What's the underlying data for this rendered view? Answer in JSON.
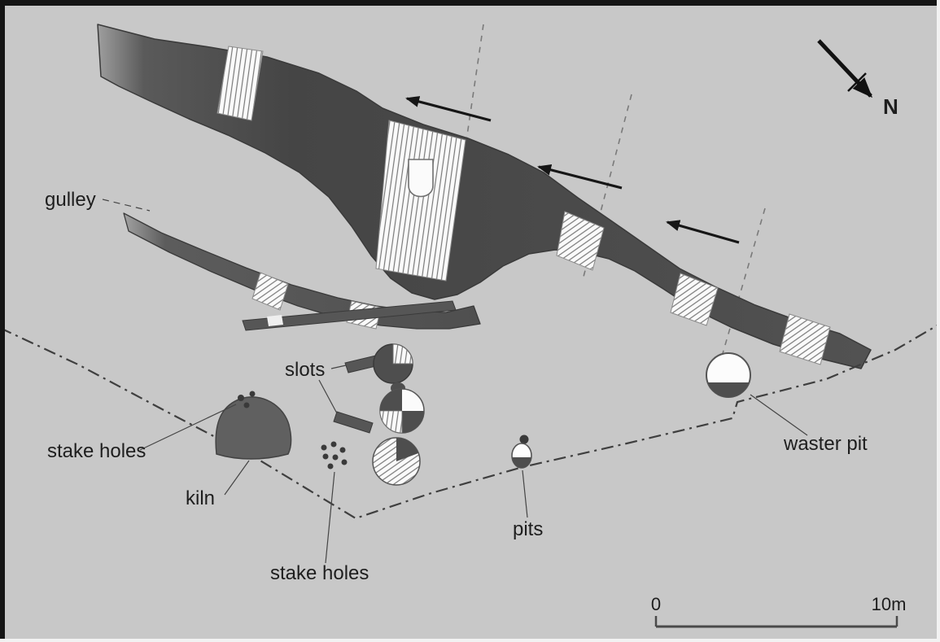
{
  "figure": {
    "type": "archaeological site plan",
    "background_color": "#c8c8c8",
    "feature_dark_color": "#4e4e4e",
    "outline_color": "#3a3a3a"
  },
  "labels": {
    "gulley": "gulley",
    "slots": "slots",
    "stake_holes_upper": "stake holes",
    "kiln": "kiln",
    "stake_holes_lower": "stake holes",
    "pits": "pits",
    "waster_pit": "waster pit"
  },
  "north_arrow": {
    "label": "N"
  },
  "scale_bar": {
    "zero_label": "0",
    "end_label": "10m"
  }
}
